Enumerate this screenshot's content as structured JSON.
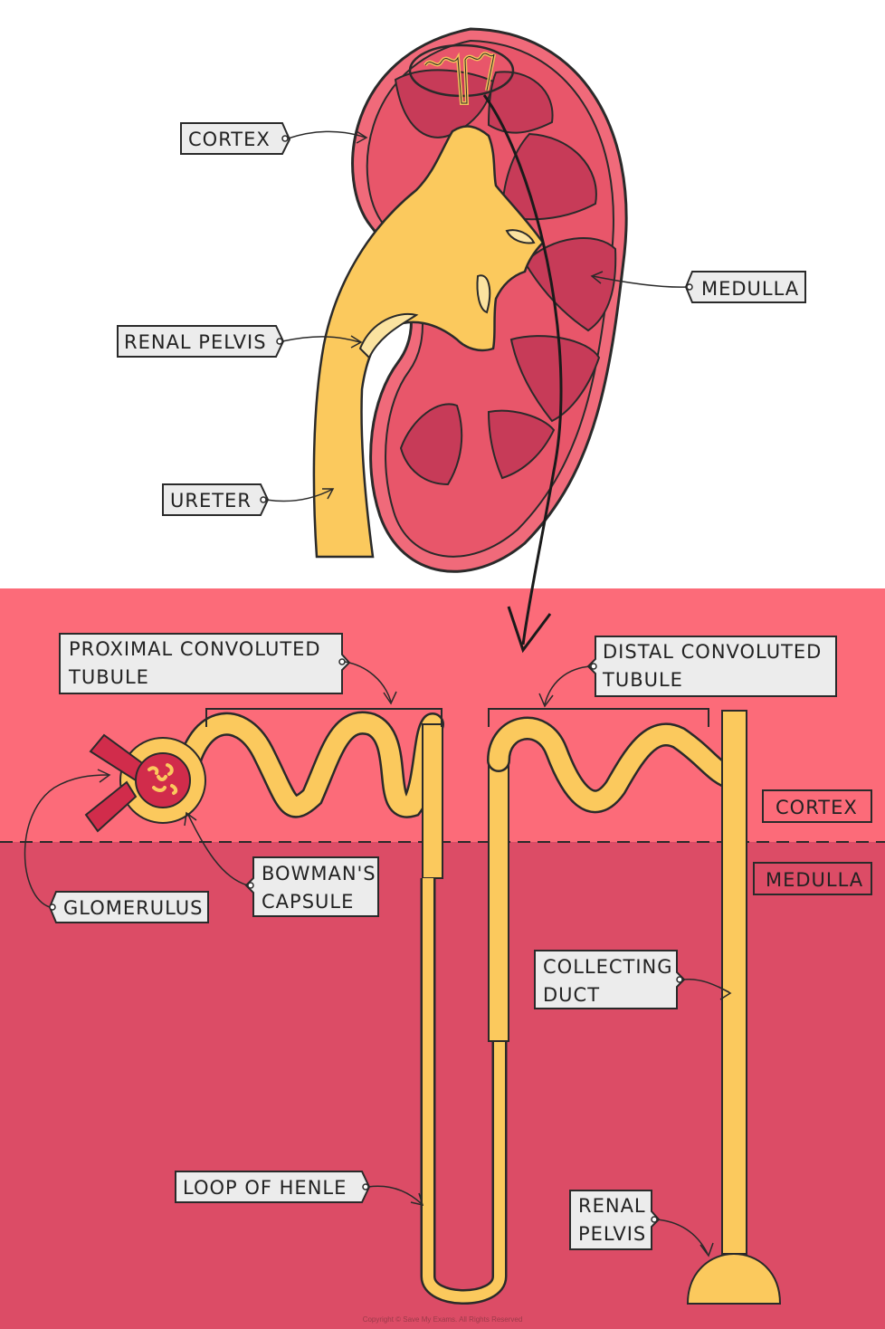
{
  "labels": {
    "cortex_top": "CORTEX",
    "renal_pelvis_top": "RENAL PELVIS",
    "ureter": "URETER",
    "medulla_top": "MEDULLA",
    "pct_line1": "PROXIMAL  CONVOLUTED",
    "pct_line2": "TUBULE",
    "dct_line1": "DISTAL  CONVOLUTED",
    "dct_line2": "TUBULE",
    "cortex_zone": "CORTEX",
    "medulla_zone": "MEDULLA",
    "bowmans_line1": "BOWMAN'S",
    "bowmans_line2": "CAPSULE",
    "glomerulus": "GLOMERULUS",
    "collecting_line1": "COLLECTING",
    "collecting_line2": "DUCT",
    "loop_of_henle": "LOOP  OF  HENLE",
    "renal_pelvis_bottom_line1": "RENAL",
    "renal_pelvis_bottom_line2": "PELVIS"
  },
  "copyright": "Copyright © Save My Exams. All Rights Reserved",
  "colors": {
    "cortex_zone": "#fc6b79",
    "medulla_zone": "#dc4c66",
    "kidney_cortex": "#e8566a",
    "kidney_pyramid": "#c73b58",
    "tubule": "#fbc95d",
    "blood_vessel": "#d12c4b",
    "label_tag": "#ececec"
  }
}
